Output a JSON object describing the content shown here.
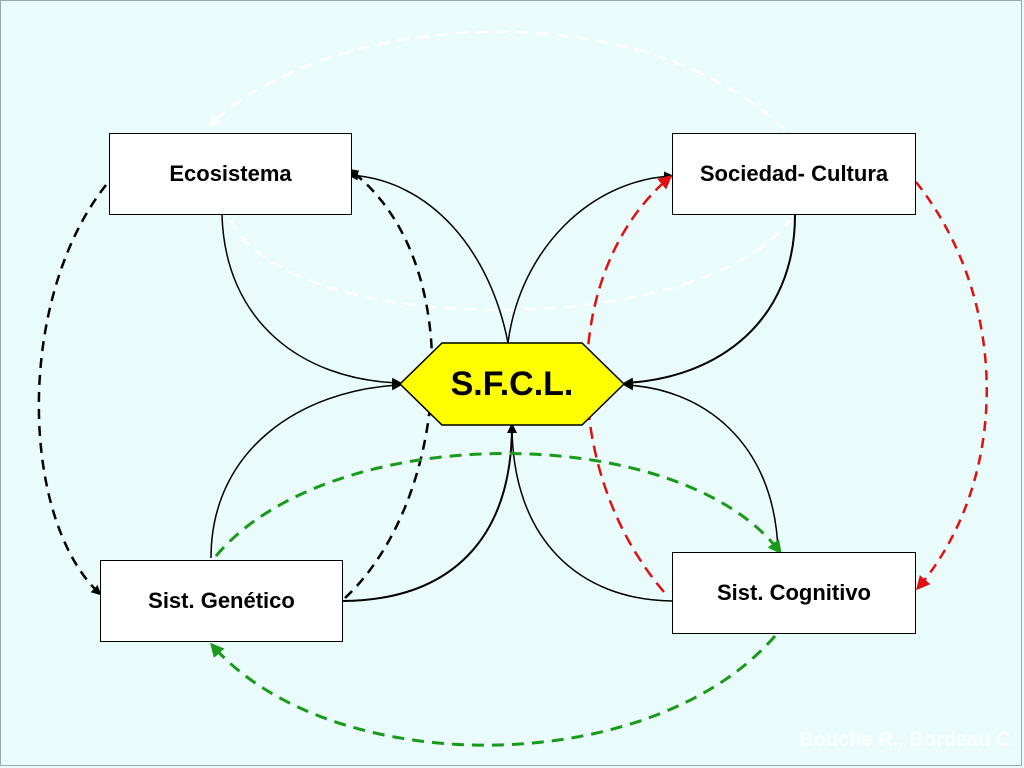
{
  "nodes": {
    "ecosistema": "Ecosistema",
    "sociedad_cultura": "Sociedad- Cultura",
    "sist_genetico": "Sist. Genético",
    "sist_cognitivo": "Sist. Cognitivo",
    "center": "S.F.C.L."
  },
  "credit": "Bouche R., Bordeau C.",
  "colors": {
    "background": "#e9fbfb",
    "center_fill": "#ffff00",
    "solid_arrows": "#000000",
    "black_dashed": "#000000",
    "red_dashed": "#e01010",
    "green_dashed": "#1a9a1a",
    "white_dashed": "#ffffff"
  }
}
